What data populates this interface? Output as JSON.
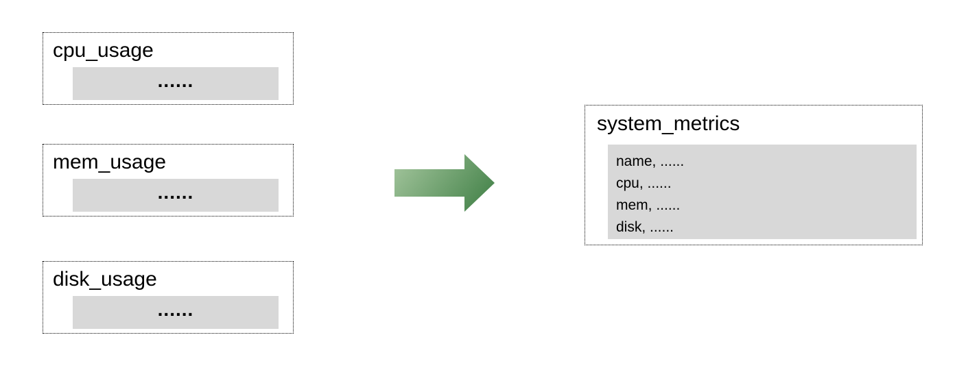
{
  "sources": [
    {
      "title": "cpu_usage",
      "body": "......"
    },
    {
      "title": "mem_usage",
      "body": "......"
    },
    {
      "title": "disk_usage",
      "body": "......"
    }
  ],
  "arrow": {
    "direction": "right",
    "gradient_start": "#a6c79f",
    "gradient_end": "#4f8a53"
  },
  "result": {
    "title": "system_metrics",
    "rows": [
      "name, ......",
      "cpu, ......",
      "mem, ......",
      "disk, ......"
    ]
  },
  "colors": {
    "background": "#ffffff",
    "panel_fill": "#d8d8d8",
    "border": "#000000",
    "text": "#000000"
  }
}
